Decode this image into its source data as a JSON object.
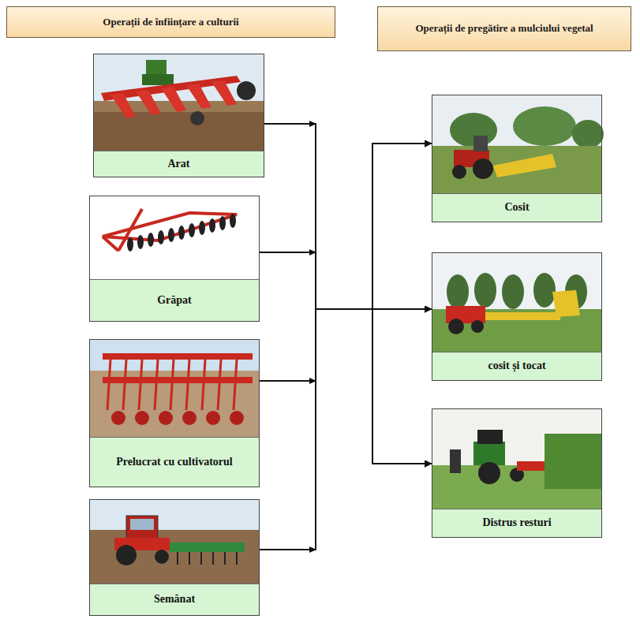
{
  "diagram": {
    "nodes": [
      {
        "text": [
          "Operații de înființare a culturii"
        ]
      },
      {
        "text": [
          "Operații de pregătire a mulciului vegetal"
        ]
      },
      {
        "text": [
          "Arat"
        ]
      },
      {
        "text": [
          "Grăpat"
        ]
      },
      {
        "text": [
          "Prelucrat cu cultivatorul"
        ]
      },
      {
        "text": [
          "Semănat"
        ]
      },
      {
        "text": [
          "Cosit"
        ]
      },
      {
        "text": [
          "cosit și tocat"
        ]
      },
      {
        "text": [
          "Distrus resturi"
        ]
      }
    ],
    "edges": [
      {
        "from": 2,
        "to": 6,
        "arrow": "to"
      },
      {
        "from": 2,
        "to": 7,
        "arrow": "to"
      },
      {
        "from": 2,
        "to": 8,
        "arrow": "to"
      },
      {
        "from": 3,
        "to": 6,
        "arrow": "to"
      },
      {
        "from": 3,
        "to": 7,
        "arrow": "to"
      },
      {
        "from": 3,
        "to": 8,
        "arrow": "to"
      },
      {
        "from": 4,
        "to": 6,
        "arrow": "to"
      },
      {
        "from": 4,
        "to": 7,
        "arrow": "to"
      },
      {
        "from": 4,
        "to": 8,
        "arrow": "to"
      },
      {
        "from": 5,
        "to": 6,
        "arrow": "to"
      },
      {
        "from": 5,
        "to": 7,
        "arrow": "to"
      },
      {
        "from": 5,
        "to": 8,
        "arrow": "to"
      }
    ]
  }
}
